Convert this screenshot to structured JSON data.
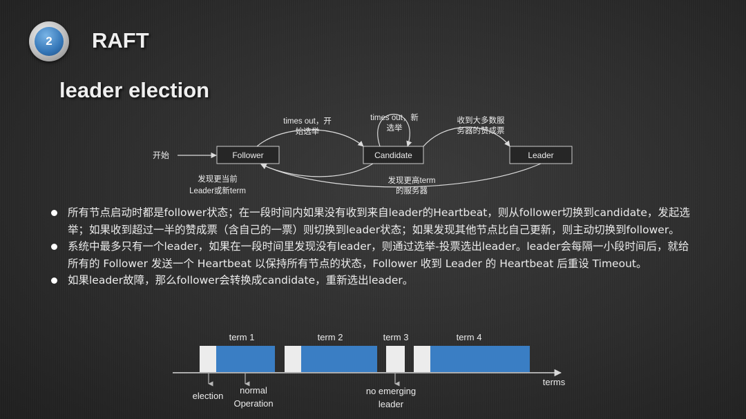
{
  "badge": {
    "number": "2"
  },
  "title": "RAFT",
  "subtitle": "leader election",
  "state_diagram": {
    "start_label": "开始",
    "states": {
      "follower": "Follower",
      "candidate": "Candidate",
      "leader": "Leader"
    },
    "transitions": {
      "timeout_start_line1": "times out，开",
      "timeout_start_line2": "始选举",
      "timeout_new_line1": "times out，新",
      "timeout_new_line2": "选举",
      "majority_line1": "收到大多数服",
      "majority_line2": "务器的赞成票",
      "current_leader_line1": "发现更当前",
      "current_leader_line2": "Leader或新term",
      "higher_term_line1": "发现更高term",
      "higher_term_line2": "的服务器"
    }
  },
  "bullets": [
    "所有节点启动时都是follower状态；在一段时间内如果没有收到来自leader的Heartbeat，则从follower切换到candidate，发起选举；如果收到超过一半的赞成票（含自己的一票）则切换到leader状态；如果发现其他节点比自己更新，则主动切换到follower。",
    "系统中最多只有一个leader，如果在一段时间里发现没有leader，则通过选举-投票选出leader。leader会每隔一小段时间后，就给所有的 Follower 发送一个 Heartbeat 以保持所有节点的状态，Follower 收到 Leader 的 Heartbeat 后重设 Timeout。",
    "如果leader故障，那么follower会转换成candidate，重新选出leader。"
  ],
  "timeline": {
    "axis_label": "terms",
    "terms": [
      "term 1",
      "term 2",
      "term 3",
      "term 4"
    ],
    "annotations": {
      "election": "election",
      "normal_line1": "normal",
      "normal_line2": "Operation",
      "no_leader_line1": "no  emerging",
      "no_leader_line2": "leader"
    },
    "colors": {
      "election": "#ececec",
      "operation": "#3a7ec4",
      "axis": "#d8d8d8"
    }
  }
}
